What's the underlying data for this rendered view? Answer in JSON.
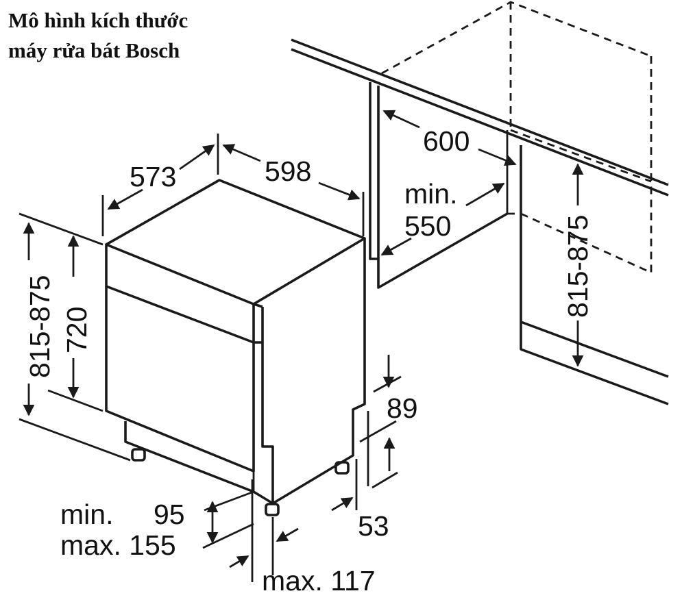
{
  "title": {
    "line1": "Mô hình kích thước",
    "line2": "máy rửa bát Bosch"
  },
  "dimensions": {
    "depth": "573",
    "width": "598",
    "niche_width": "600",
    "niche_min_label": "min.",
    "niche_min_value": "550",
    "niche_height": "815-875",
    "total_height": "815-875",
    "body_height": "720",
    "plinth_89": "89",
    "plinth_53": "53",
    "foot_min_label": "min.",
    "foot_min_value": "95",
    "foot_max_label": "max. 155",
    "foot_depth": "max. 117"
  }
}
